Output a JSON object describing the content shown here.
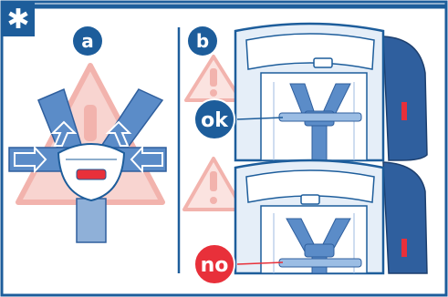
{
  "corner_symbol": "✱",
  "panel_a": {
    "label": "a"
  },
  "panel_b": {
    "label": "b",
    "ok_badge": "ok",
    "no_badge": "no"
  },
  "colors": {
    "frame_blue": "#1d5d9b",
    "strap_blue": "#5b8cc8",
    "strap_dark": "#2f5f9e",
    "warning_pink": "#f6c7c2",
    "warning_red": "#e85a5a",
    "ok_blue": "#1d5d9b",
    "no_red": "#e8303a",
    "buckle_red": "#e8303a"
  }
}
